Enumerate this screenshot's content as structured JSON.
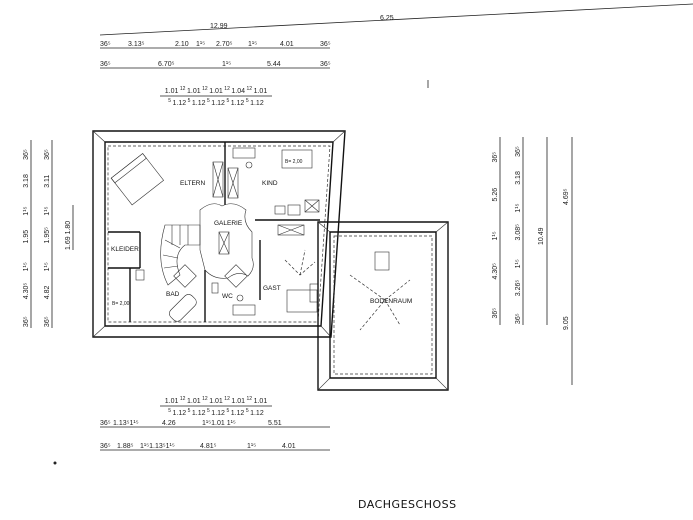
{
  "title": "DACHGESCHOSS",
  "rooms": {
    "eltern": "ELTERN",
    "kind": "KIND",
    "galerie": "GALERIE",
    "kleider": "KLEIDER",
    "bad": "BAD",
    "wc": "WC",
    "gast": "GAST",
    "bodenraum": "BODENRAUM",
    "note_kind": "B= 2,00",
    "note_bad": "B= 2,00"
  },
  "dimensions": {
    "top_overall": [
      "12.99",
      "6.25"
    ],
    "top_row1": [
      "36⁵",
      "3.13⁵",
      "2.10",
      "1¹⁵",
      "2.70⁵",
      "1¹⁵",
      "4.01",
      "36⁵"
    ],
    "top_row2": [
      "36⁵",
      "6.70⁵",
      "1¹⁵",
      "5.44",
      "36⁵"
    ],
    "top_stairs_upper": [
      "1.01",
      "12",
      "1.01",
      "12",
      "1.01",
      "12",
      "1.04",
      "12",
      "1.01"
    ],
    "top_stairs_lower": [
      "5",
      "1.12",
      "5",
      "1.12",
      "5",
      "1.12",
      "5",
      "1.12",
      "5",
      "1.12"
    ],
    "bottom_stairs_upper": [
      "1.01",
      "12",
      "1.01",
      "12",
      "1.01",
      "12",
      "1.01",
      "12",
      "1.01"
    ],
    "bottom_stairs_lower": [
      "5",
      "1.12",
      "5",
      "1.12",
      "5",
      "1.12",
      "5",
      "1.12",
      "5",
      "1.12"
    ],
    "bottom_row1": [
      "36⁵",
      "1.13⁵1¹⁵",
      "4.26",
      "1¹⁵1.01 1¹⁵",
      "5.51"
    ],
    "bottom_row2": [
      "36⁵",
      "1.88⁵",
      "1¹⁵1.13⁵1¹⁵",
      "4.81⁵",
      "1¹⁵",
      "4.01"
    ],
    "left_col1": [
      "36⁵",
      "4.30⁵",
      "1¹⁵",
      "1.95",
      "1¹⁵",
      "3.18",
      "36⁵"
    ],
    "left_col2": [
      "36⁵",
      "4.82",
      "1¹⁵",
      "1.95⁵",
      "1¹⁵",
      "3.11",
      "36⁵"
    ],
    "left_stair": "1.69 1.80",
    "right_col1": [
      "36⁵",
      "4.30⁵",
      "1¹⁵",
      "5.26",
      "36⁵"
    ],
    "right_col2": [
      "36⁵",
      "3.26⁵",
      "1¹⁵",
      "3.08⁵",
      "1¹⁵",
      "3.18",
      "36⁵"
    ],
    "right_col3": "10.49",
    "right_col4": [
      "4.69⁵",
      "9.05"
    ]
  }
}
